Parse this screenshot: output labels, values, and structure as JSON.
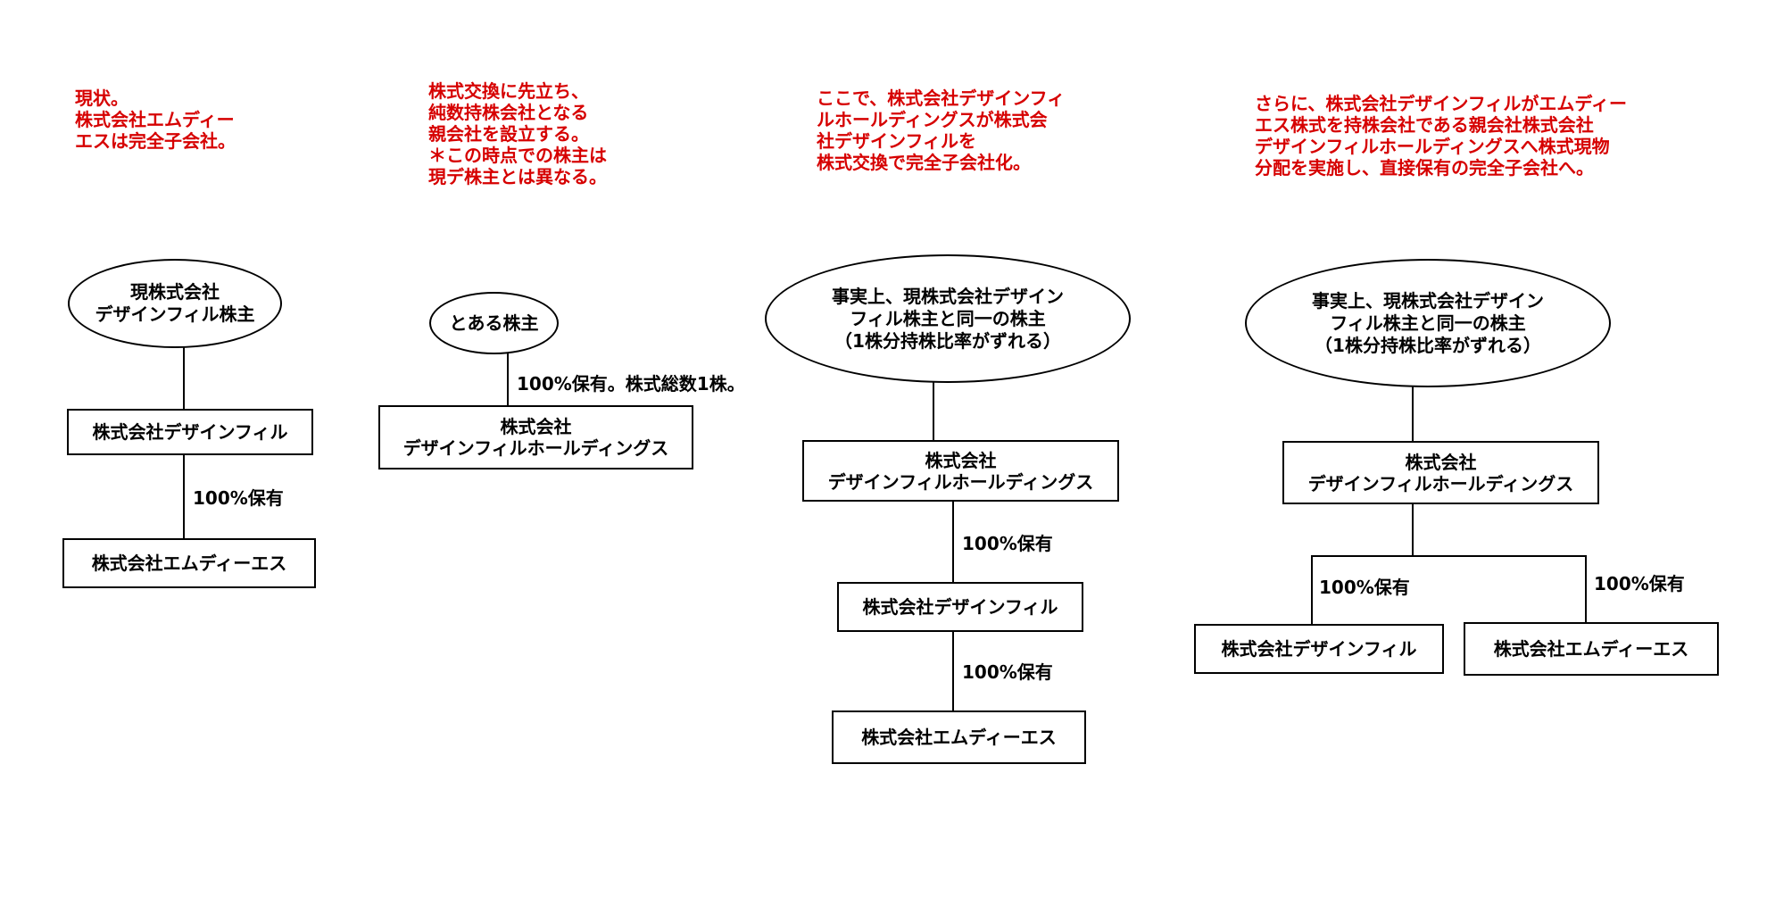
{
  "step1": {
    "note": [
      "現状。",
      "株式会社エムディー",
      "エスは完全子会社。"
    ],
    "shareholder": [
      "現株式会社",
      "デザインフィル株主"
    ],
    "company_a": [
      "株式会社デザインフィル"
    ],
    "ownership": "100%保有",
    "company_b": [
      "株式会社エムディーエス"
    ]
  },
  "step2": {
    "note": [
      "株式交換に先立ち、",
      "純数持株会社となる",
      "親会社を設立する。",
      "＊この時点での株主は",
      "現デ株主とは異なる。"
    ],
    "shareholder": [
      "とある株主"
    ],
    "ownership": "100%保有。株式総数1株。",
    "company": [
      "株式会社",
      "デザインフィルホールディングス"
    ]
  },
  "step3": {
    "note": [
      "ここで、株式会社デザインフィ",
      "ルホールディングスが株式会",
      "社デザインフィルを",
      "株式交換で完全子会社化。"
    ],
    "shareholder": [
      "事実上、現株式会社デザイン",
      "フィル株主と同一の株主",
      "（1株分持株比率がずれる）"
    ],
    "holding": [
      "株式会社",
      "デザインフィルホールディングス"
    ],
    "ownership_1": "100%保有",
    "company_a": [
      "株式会社デザインフィル"
    ],
    "ownership_2": "100%保有",
    "company_b": [
      "株式会社エムディーエス"
    ]
  },
  "step4": {
    "note": [
      "さらに、株式会社デザインフィルがエムディー",
      "エス株式を持株会社である親会社株式会社",
      "デザインフィルホールディングスへ株式現物",
      "分配を実施し、直接保有の完全子会社へ。"
    ],
    "shareholder": [
      "事実上、現株式会社デザイン",
      "フィル株主と同一の株主",
      "（1株分持株比率がずれる）"
    ],
    "holding": [
      "株式会社",
      "デザインフィルホールディングス"
    ],
    "ownership_left": "100%保有",
    "ownership_right": "100%保有",
    "company_a": [
      "株式会社デザインフィル"
    ],
    "company_b": [
      "株式会社エムディーエス"
    ]
  }
}
